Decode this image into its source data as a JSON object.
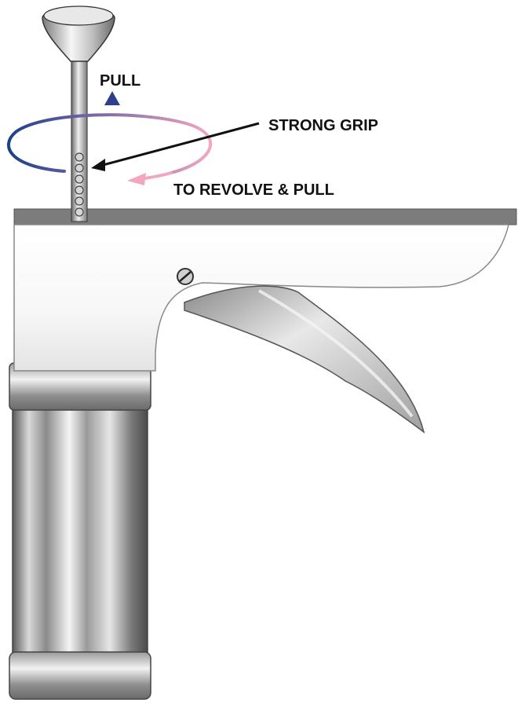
{
  "labels": {
    "pull": "PULL",
    "strong_grip": "STRONG GRIP",
    "revolve": "TO REVOLVE & PULL"
  },
  "colors": {
    "pull_arrow": "#2c3e8c",
    "revolve_arrow_left": "#1f3f8a",
    "revolve_arrow_right": "#f2a7c0",
    "pointer_line": "#111111",
    "metal": "#c8c8c8"
  }
}
